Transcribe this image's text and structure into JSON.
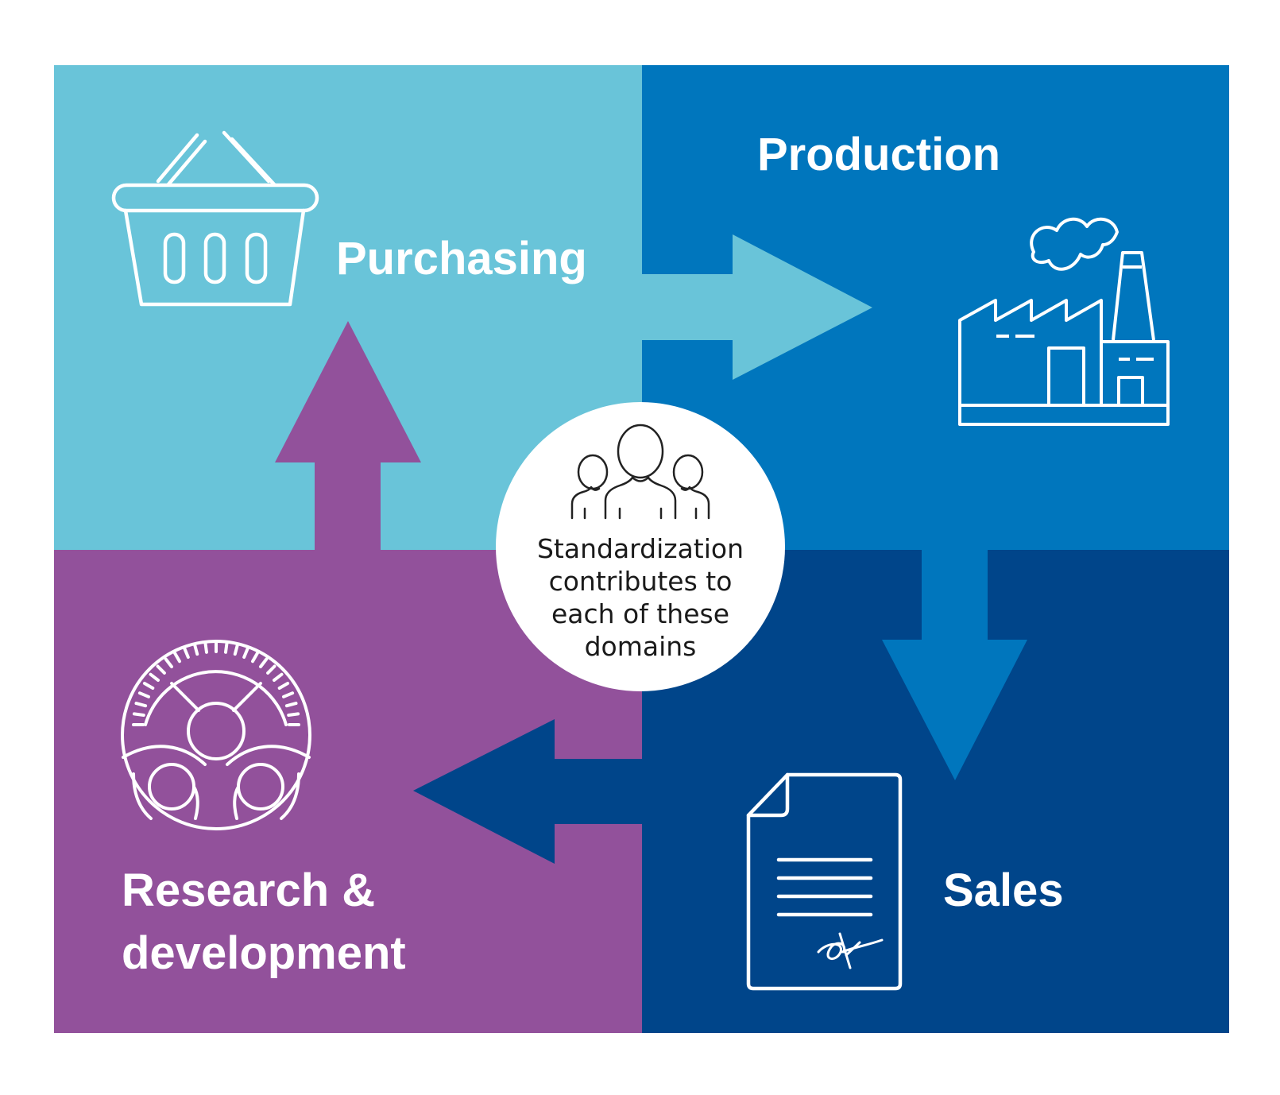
{
  "quadrants": {
    "purchasing": {
      "label": "Purchasing",
      "icon": "shopping-basket-icon"
    },
    "production": {
      "label": "Production",
      "icon": "factory-icon"
    },
    "sales": {
      "label": "Sales",
      "icon": "signed-contract-icon"
    },
    "research": {
      "label_line1": "Research &",
      "label_line2": "development",
      "icon": "gears-icon"
    }
  },
  "center": {
    "icon": "people-group-icon",
    "lines": [
      "Standardization",
      "contributes to",
      "each of these",
      "domains"
    ]
  },
  "colors": {
    "purchasing": "#69c4d9",
    "production": "#0076bd",
    "sales": "#00458a",
    "research": "#92519b",
    "center_fill": "#ffffff",
    "text": "#ffffff"
  }
}
